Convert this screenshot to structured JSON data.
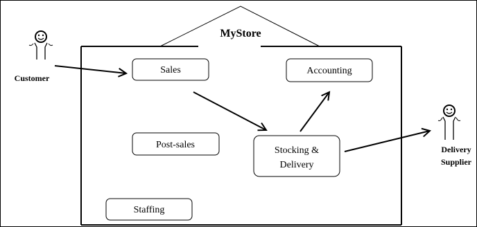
{
  "diagram": {
    "title": "MyStore",
    "departments": {
      "sales": "Sales",
      "accounting": "Accounting",
      "post_sales": "Post-sales",
      "stocking_line1": "Stocking &",
      "stocking_line2": "Delivery",
      "staffing": "Staffing"
    },
    "actors": {
      "customer": "Customer",
      "delivery_line1": "Delivery",
      "delivery_line2": "Supplier"
    }
  }
}
